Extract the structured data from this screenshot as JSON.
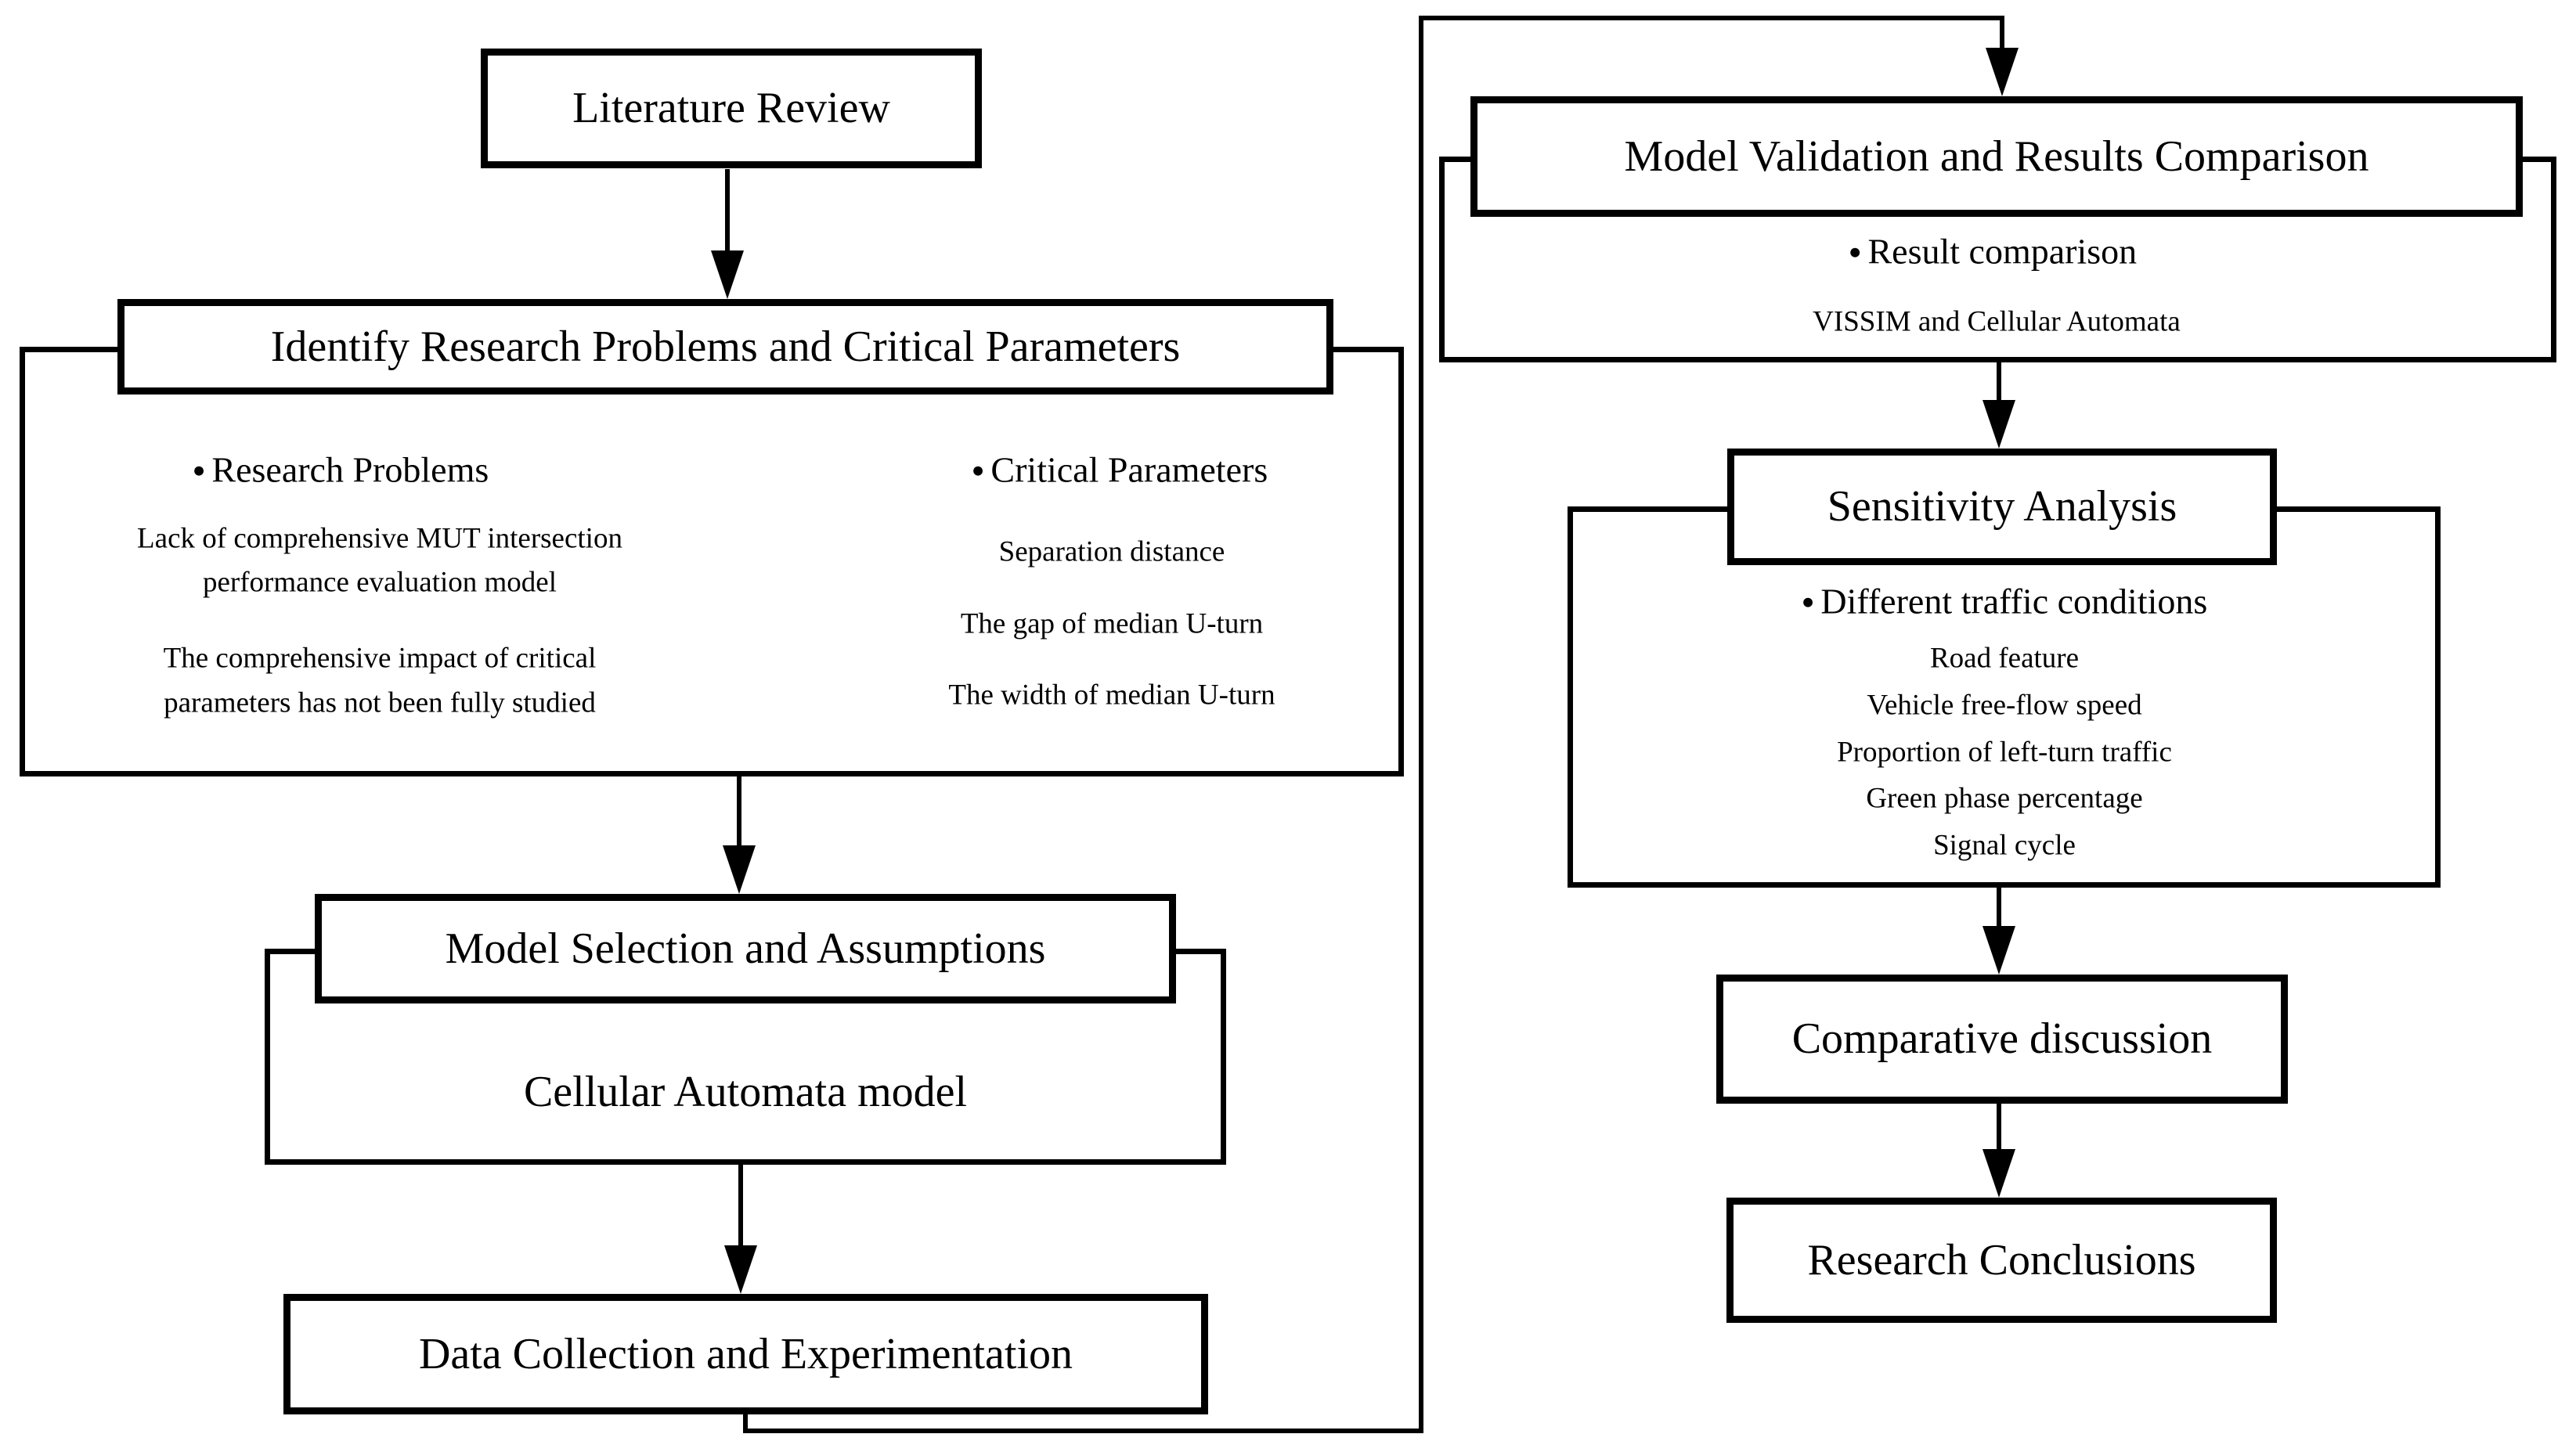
{
  "colors": {
    "ink": "#000000",
    "paper": "#ffffff"
  },
  "bullet_glyph": "●",
  "nodes": {
    "literature_review": {
      "title": "Literature Review"
    },
    "identify": {
      "title": "Identify Research Problems and Critical Parameters",
      "research_problems": {
        "heading": "Research Problems",
        "paragraphs": [
          {
            "line1": "Lack of comprehensive MUT intersection",
            "line2": "performance evaluation model"
          },
          {
            "line1": "The comprehensive impact of critical",
            "line2": "parameters has not been fully studied"
          }
        ]
      },
      "critical_parameters": {
        "heading": "Critical Parameters",
        "items": [
          "Separation distance",
          "The gap of median U-turn",
          "The width of median U-turn"
        ]
      }
    },
    "model_selection": {
      "title": "Model Selection and Assumptions",
      "detail": "Cellular Automata model"
    },
    "data_collection": {
      "title": "Data Collection and Experimentation"
    },
    "model_validation": {
      "title": "Model Validation and Results Comparison",
      "heading": "Result comparison",
      "detail": "VISSIM and Cellular Automata"
    },
    "sensitivity": {
      "title": "Sensitivity Analysis",
      "heading": "Different traffic conditions",
      "items": [
        "Road feature",
        "Vehicle free-flow speed",
        "Proportion of left-turn traffic",
        "Green phase percentage",
        "Signal cycle"
      ]
    },
    "comparative": {
      "title": "Comparative discussion"
    },
    "conclusions": {
      "title": "Research Conclusions"
    }
  }
}
